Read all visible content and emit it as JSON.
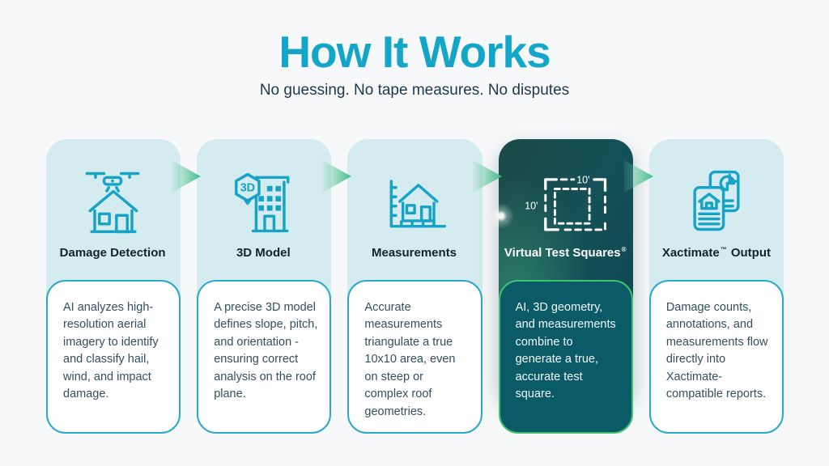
{
  "header": {
    "title": "How It Works",
    "subtitle": "No guessing. No tape measures. No disputes"
  },
  "steps": [
    {
      "title_pre": "Damage Detection",
      "title_mark": "",
      "title_post": "",
      "icon": "drone-house-icon",
      "highlighted": false,
      "description": "AI analyzes high-resolution aerial imagery to identify and classify hail, wind, and impact damage."
    },
    {
      "title_pre": "3D Model",
      "title_mark": "",
      "title_post": "",
      "icon": "3d-building-icon",
      "highlighted": false,
      "description": "A precise 3D model defines slope, pitch, and orientation - ensuring correct analysis on the roof plane."
    },
    {
      "title_pre": "Measurements",
      "title_mark": "",
      "title_post": "",
      "icon": "measurement-chart-icon",
      "highlighted": false,
      "description": "Accurate measurements triangulate a true 10x10 area, even on steep or complex roof geometries."
    },
    {
      "title_pre": "Virtual Test Squares",
      "title_mark": "®",
      "title_post": "",
      "icon": "test-square-icon",
      "highlighted": true,
      "icon_labels": {
        "top": "10'",
        "left": "10'"
      },
      "description": "AI, 3D geometry, and measurements combine to generate a true, accurate test square."
    },
    {
      "title_pre": "Xactimate",
      "title_mark": "™",
      "title_post": " Output",
      "icon": "documents-icon",
      "highlighted": false,
      "description": "Damage counts, annotations, and measurements flow directly into Xactimate-compatible reports."
    }
  ],
  "icon_3d_badge": "3D",
  "colors": {
    "accent_teal": "#14a6c8",
    "panel_light": "#d4ebef",
    "card_border": "#2aa9ca",
    "highlight_fill": "#0b5a68",
    "highlight_border": "#3cc46f",
    "arrow_green": "#43be8c",
    "title_text": "#14232c",
    "body_text": "#33505c",
    "background": "#f7f8fa"
  }
}
